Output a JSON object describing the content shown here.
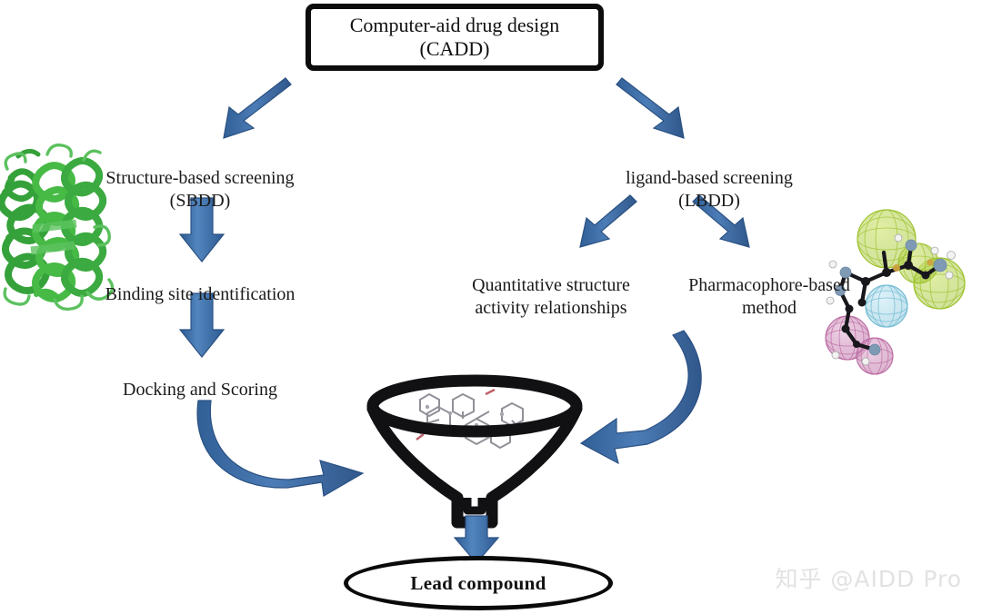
{
  "figure": {
    "title_box": {
      "label": "Computer-aid drug design\n(CADD)"
    },
    "branches": [
      {
        "id": "sbdd",
        "label": "Structure-based screening\n(SBDD)"
      },
      {
        "id": "lbdd",
        "label": "ligand-based screening\n(LBDD)"
      }
    ],
    "steps": [
      {
        "id": "binding-site",
        "label": "Binding site identification"
      },
      {
        "id": "docking-scoring",
        "label": "Docking and Scoring"
      },
      {
        "id": "qsar",
        "label": "Quantitative structure\nactivity relationships"
      },
      {
        "id": "pharmacophore",
        "label": "Pharmacophore-based\nmethod"
      }
    ],
    "outcome": {
      "label": "Lead compound"
    },
    "images": [
      {
        "id": "protein-structure",
        "caption": "green protein ribbon cartoon"
      },
      {
        "id": "pharmacophore-model",
        "caption": "molecule with colored mesh feature spheres"
      },
      {
        "id": "funnel-with-molecules",
        "caption": "black funnel containing small molecules"
      }
    ],
    "colors": {
      "arrow_blue": "#4272AC",
      "arrow_blue_dark": "#2C5486",
      "outline_black": "#0c0c0c",
      "protein_green": "#3FAE3F",
      "pharmacophore_green": "#A9CB3A",
      "pharmacophore_cyan": "#A9D8E6",
      "pharmacophore_pink": "#C98CB8",
      "watermark": "#e2e2e2"
    },
    "watermark": "知乎 @AIDD Pro"
  }
}
